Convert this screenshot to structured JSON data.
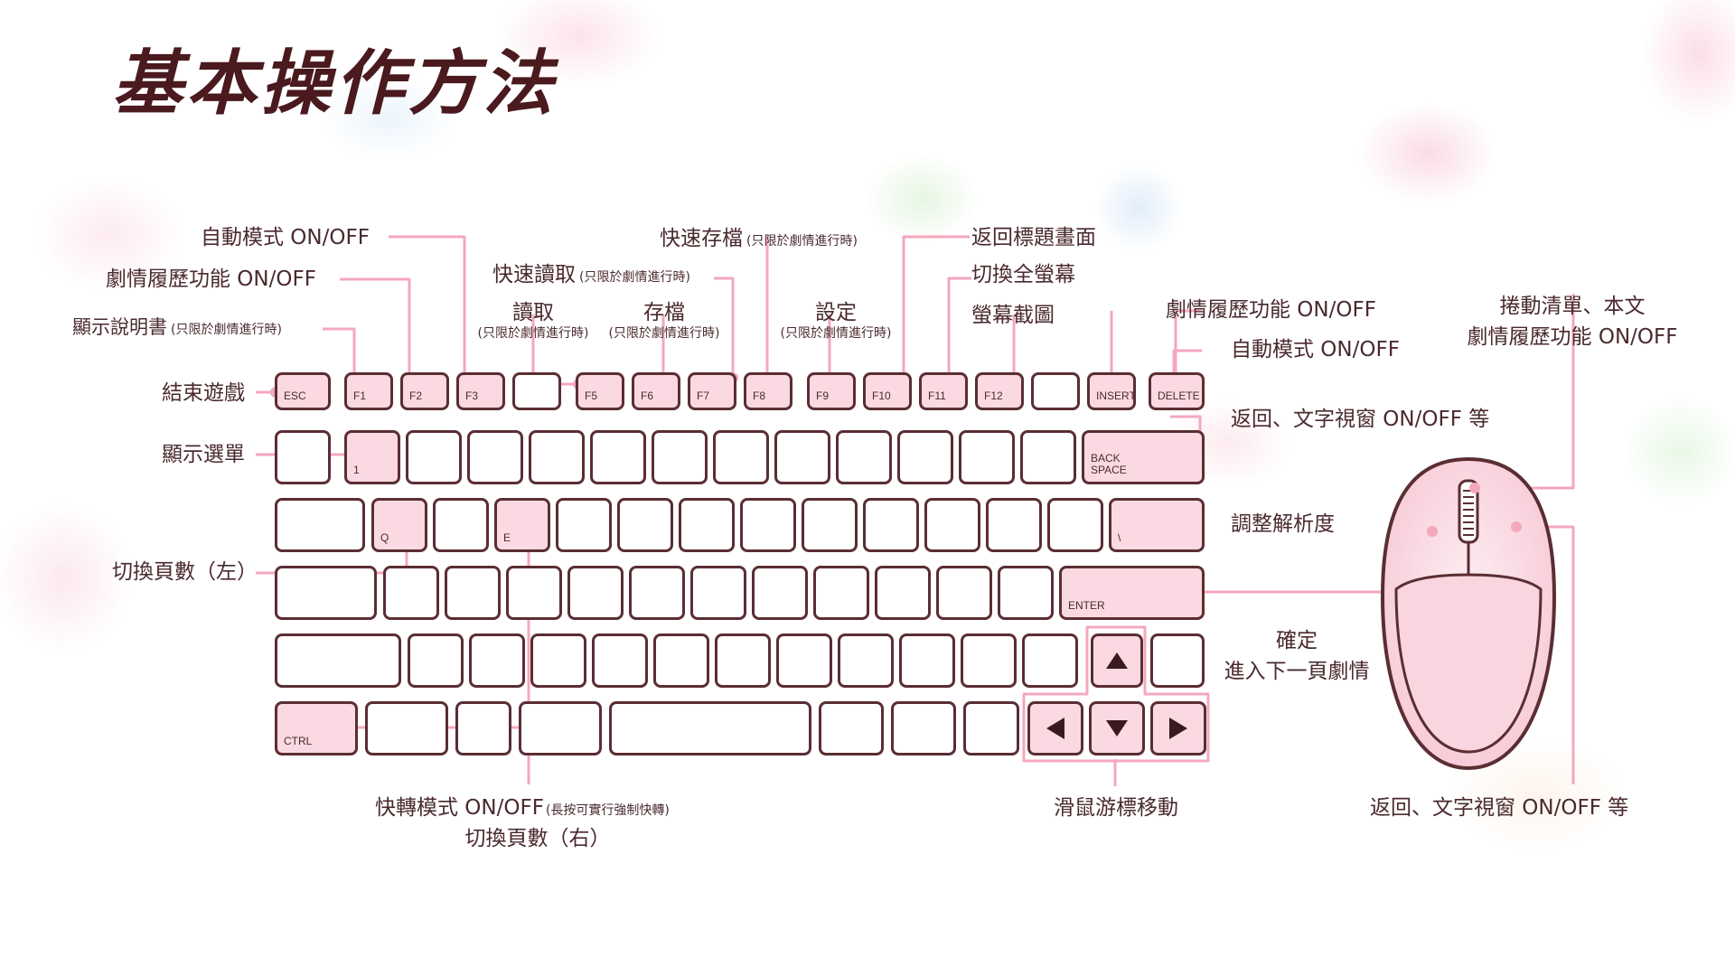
{
  "title": "基本操作方法",
  "labels": {
    "auto_mode": "自動模式 ON/OFF",
    "history_on_off": "劇情履歷功能 ON/OFF",
    "show_manual": "顯示說明書",
    "show_manual_note": "(只限於劇情進行時)",
    "quick_load": "快速讀取",
    "quick_load_note": "(只限於劇情進行時)",
    "quick_save": "快速存檔",
    "quick_save_note": "(只限於劇情進行時)",
    "load": "讀取",
    "load_note": "(只限於劇情進行時)",
    "save": "存檔",
    "save_note": "(只限於劇情進行時)",
    "settings": "設定",
    "settings_note": "(只限於劇情進行時)",
    "return_title": "返回標題畫面",
    "toggle_fullscreen": "切換全螢幕",
    "screenshot": "螢幕截圖",
    "insert_history": "劇情履歷功能 ON/OFF",
    "delete_auto": "自動模式 ON/OFF",
    "end_game": "結束遊戲",
    "show_menu": "顯示選單",
    "back_text_window": "返回、文字視窗 ON/OFF 等",
    "resolution": "調整解析度",
    "page_left": "切換頁數（左）",
    "confirm": "確定",
    "next_page": "進入下一頁劇情",
    "fast_forward": "快轉模式 ON/OFF",
    "fast_forward_note": "(長按可實行強制快轉)",
    "page_right": "切換頁數（右）",
    "mouse_move": "滑鼠游標移動",
    "scroll_line1": "捲動清單、本文",
    "scroll_line2": "劇情履歷功能 ON/OFF",
    "right_click": "返回、文字視窗 ON/OFF 等"
  },
  "keys": {
    "esc": "ESC",
    "f1": "F1",
    "f2": "F2",
    "f3": "F3",
    "f5": "F5",
    "f6": "F6",
    "f7": "F7",
    "f8": "F8",
    "f9": "F9",
    "f10": "F10",
    "f11": "F11",
    "f12": "F12",
    "insert": "INSERT",
    "delete": "DELETE",
    "one": "1",
    "backspace_1": "BACK",
    "backspace_2": "SPACE",
    "q": "Q",
    "e": "E",
    "backslash": "\\",
    "enter": "ENTER",
    "ctrl": "CTRL"
  },
  "colors": {
    "accent": "#f4a7bd",
    "key_border": "#5a2e33",
    "key_highlight": "#fbd9e2",
    "text": "#4a2a2e",
    "title": "#4a1a1e"
  }
}
